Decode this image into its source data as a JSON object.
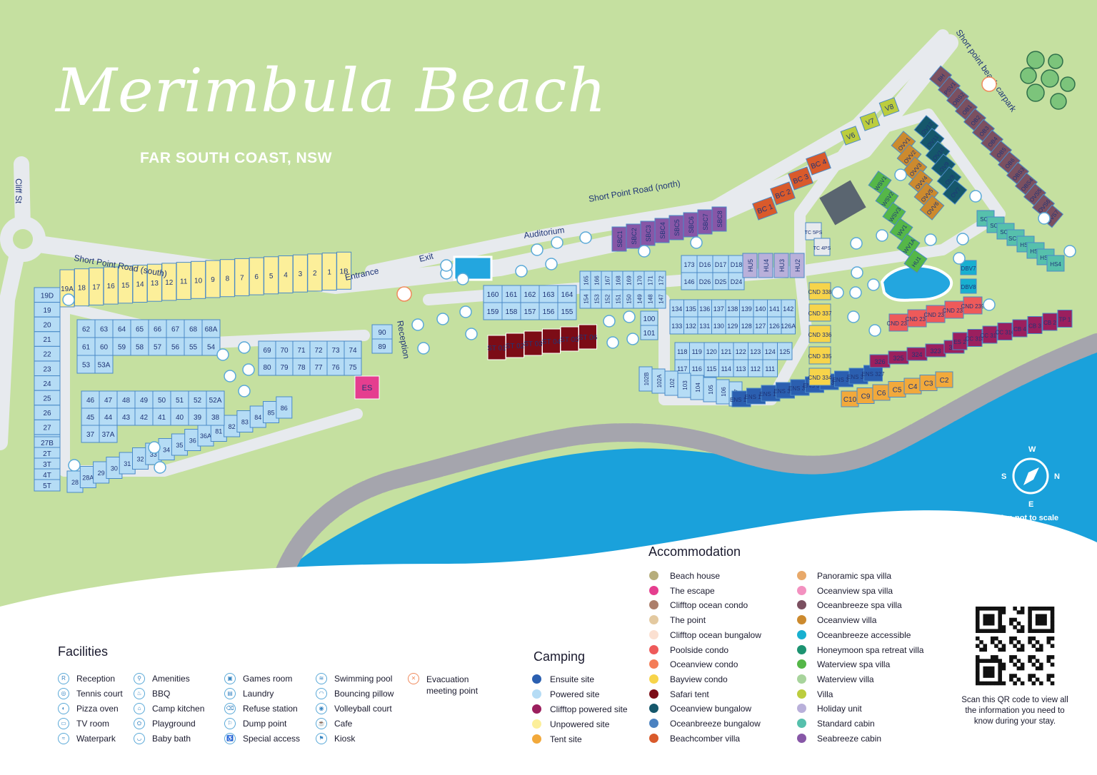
{
  "header": {
    "title": "Merimbula Beach",
    "subtitle": "FAR SOUTH COAST, NSW"
  },
  "roads": {
    "cliff_st": "Cliff St",
    "short_point_south": "Short Point Road (south)",
    "short_point_north": "Short Point Road (north)",
    "carpark": "Short point beach carpark",
    "entrance": "Entrance",
    "exit": "Exit",
    "reception": "Reception",
    "auditorium": "Auditorium"
  },
  "compass": {
    "n": "N",
    "s": "S",
    "e": "E",
    "w": "W",
    "note": "Map not to scale"
  },
  "colors": {
    "grass": "#c5e0a0",
    "road": "#e7eaee",
    "sea": "#1aa1db",
    "rock": "#a5a5ad",
    "powered": "#b5dcf5",
    "unpowered": "#fcef9a",
    "site_border": "#4a8ac7",
    "safari": "#7c0c16",
    "escape": "#e53e8f",
    "ensuite": "#2b5fb0"
  },
  "sites": {
    "south_road": [
      "19A",
      "18",
      "17",
      "16",
      "15",
      "14",
      "13",
      "12",
      "11",
      "10",
      "9",
      "8",
      "7",
      "6",
      "5",
      "4",
      "3",
      "2",
      "1",
      "1B"
    ],
    "west_column": [
      "19D",
      "19",
      "20",
      "21",
      "22",
      "23",
      "24",
      "25",
      "26",
      "27",
      "27A"
    ],
    "bottom_row": [
      "27B",
      "2T",
      "3T",
      "4T",
      "5T",
      "28",
      "28A",
      "29",
      "30",
      "31",
      "32",
      "33",
      "34",
      "35",
      "36",
      "36A",
      "81",
      "82",
      "83",
      "84",
      "85",
      "86"
    ],
    "block_a": [
      "62",
      "63",
      "64",
      "65",
      "66",
      "67",
      "68",
      "68A",
      "61",
      "60",
      "59",
      "58",
      "57",
      "56",
      "55",
      "54",
      "53",
      "53A"
    ],
    "block_b": [
      "46",
      "47",
      "48",
      "49",
      "50",
      "51",
      "52",
      "52A",
      "45",
      "44",
      "43",
      "42",
      "41",
      "40",
      "39",
      "38",
      "37",
      "37A"
    ],
    "block_c": [
      "69",
      "70",
      "71",
      "72",
      "73",
      "74",
      "80",
      "79",
      "78",
      "77",
      "76",
      "75"
    ],
    "mid_upper": [
      "160",
      "161",
      "162",
      "163",
      "164",
      "159",
      "158",
      "157",
      "156",
      "155"
    ],
    "mid_right": [
      "165",
      "166",
      "167",
      "168",
      "169",
      "170",
      "171",
      "172",
      "154",
      "153",
      "152",
      "151",
      "150",
      "149",
      "148",
      "147"
    ],
    "cluster_d": [
      "173",
      "D16",
      "D17",
      "D18",
      "146",
      "D26",
      "D25",
      "D24"
    ],
    "safari": [
      "ST 01",
      "ST 02",
      "ST 03",
      "ST 04",
      "ST 05",
      "ST 06"
    ],
    "hu": [
      "HU5",
      "HU4",
      "HU3",
      "HU2"
    ],
    "sbc": [
      "SBC1",
      "SBC2",
      "SBC3",
      "SBC4",
      "SBC5",
      "SBC6",
      "SBC7",
      "SBC8"
    ],
    "east_block1": [
      "134",
      "135",
      "136",
      "137",
      "138",
      "139",
      "140",
      "141",
      "142",
      "133",
      "132",
      "131",
      "130",
      "129",
      "128",
      "127",
      "126",
      "126A"
    ],
    "east_block2": [
      "118",
      "119",
      "120",
      "121",
      "122",
      "123",
      "124",
      "125",
      "117",
      "116",
      "115",
      "114",
      "113",
      "112",
      "111"
    ],
    "reception_pair": [
      "90",
      "89"
    ],
    "small_pair": [
      "100",
      "101"
    ],
    "lower_row": [
      "102B",
      "102A",
      "102",
      "103",
      "104",
      "105",
      "106",
      "107"
    ],
    "ensuite": [
      "ENS 108",
      "ENS 109",
      "ENS 110",
      "ENS 333",
      "ENS 332",
      "ENS 331",
      "ENS 330",
      "ENS 329",
      "ENS 328",
      "ENS 327"
    ],
    "cliff_sites": [
      "326",
      "325",
      "324",
      "323",
      "322"
    ],
    "cabins_c": [
      "C10",
      "C9",
      "C6",
      "C5",
      "C4",
      "C3",
      "C2"
    ],
    "cc": [
      "ES 2",
      "CC 318",
      "CC 317",
      "CC 316",
      "CB 4",
      "CB 3",
      "CB 2",
      "TP 1"
    ],
    "cnd": [
      "CND 338",
      "CND 337",
      "CND 336",
      "CND 335",
      "CND 334",
      "CND 235",
      "CND 236",
      "CND 237",
      "CND 238",
      "CND 239"
    ],
    "bc": [
      "BC 1",
      "BC 2",
      "BC 3",
      "BC 4"
    ],
    "v": [
      "V6",
      "V7",
      "V8"
    ],
    "ovv": [
      "OVV1",
      "OVV2",
      "OVV3",
      "OVV4",
      "OVV5",
      "OVV6"
    ],
    "ov": [
      "OV12",
      "OV11",
      "OV10",
      "OV9",
      "OV8",
      "OV7"
    ],
    "ob": [
      "BH",
      "PSV1",
      "OBS2",
      "OB1",
      "OB2",
      "OB3",
      "OB4",
      "OB5",
      "OB6",
      "OBS3",
      "OBS4",
      "OVS5",
      "OVS6",
      "OVS7"
    ],
    "wsv": [
      "WSV1",
      "WSV2",
      "WSV3",
      "WV1",
      "WV1A",
      "HU1"
    ],
    "sc": [
      "SC7",
      "SC8",
      "SC9",
      "SC10",
      "HS1",
      "HS2",
      "HS3",
      "HS4"
    ],
    "dbv": [
      "DBV7",
      "DBV8"
    ],
    "tc": [
      "TC 5PS",
      "TC 4PS"
    ],
    "es": "ES"
  },
  "legend": {
    "facilities_title": "Facilities",
    "facilities": [
      {
        "icon": "reception-icon",
        "label": "Reception"
      },
      {
        "icon": "tennis-icon",
        "label": "Tennis court"
      },
      {
        "icon": "pizza-oven-icon",
        "label": "Pizza oven"
      },
      {
        "icon": "tv-icon",
        "label": "TV room"
      },
      {
        "icon": "waterpark-icon",
        "label": "Waterpark"
      },
      {
        "icon": "amenities-icon",
        "label": "Amenities"
      },
      {
        "icon": "bbq-icon",
        "label": "BBQ"
      },
      {
        "icon": "camp-kitchen-icon",
        "label": "Camp kitchen"
      },
      {
        "icon": "playground-icon",
        "label": "Playground"
      },
      {
        "icon": "baby-bath-icon",
        "label": "Baby bath"
      },
      {
        "icon": "games-room-icon",
        "label": "Games room"
      },
      {
        "icon": "laundry-icon",
        "label": "Laundry"
      },
      {
        "icon": "refuse-icon",
        "label": "Refuse station"
      },
      {
        "icon": "dump-point-icon",
        "label": "Dump point"
      },
      {
        "icon": "special-access-icon",
        "label": "Special access"
      },
      {
        "icon": "pool-icon",
        "label": "Swimming pool"
      },
      {
        "icon": "pillow-icon",
        "label": "Bouncing pillow"
      },
      {
        "icon": "volleyball-icon",
        "label": "Volleyball court"
      },
      {
        "icon": "cafe-icon",
        "label": "Cafe"
      },
      {
        "icon": "kiosk-icon",
        "label": "Kiosk"
      }
    ],
    "evacuation": [
      "Evacuation",
      "meeting point"
    ],
    "camping_title": "Camping",
    "camping": [
      {
        "color": "#2b5fb0",
        "label": "Ensuite site"
      },
      {
        "color": "#b5dcf5",
        "label": "Powered site"
      },
      {
        "color": "#9b1f5e",
        "label": "Clifftop powered site"
      },
      {
        "color": "#fcef9a",
        "label": "Unpowered site"
      },
      {
        "color": "#f2a93b",
        "label": "Tent site"
      }
    ],
    "accommodation_title": "Accommodation",
    "accommodation_col1": [
      {
        "color": "#b6ad7b",
        "label": "Beach house"
      },
      {
        "color": "#e53e8f",
        "label": "The escape"
      },
      {
        "color": "#ac7e6a",
        "label": "Clifftop ocean condo"
      },
      {
        "color": "#e3c9a0",
        "label": "The point"
      },
      {
        "color": "#fbe0d1",
        "label": "Clifftop ocean bungalow"
      },
      {
        "color": "#ee5a5a",
        "label": "Poolside condo"
      },
      {
        "color": "#f47d57",
        "label": "Oceanview condo"
      },
      {
        "color": "#f7d44a",
        "label": "Bayview condo"
      },
      {
        "color": "#7c0c16",
        "label": "Safari tent"
      },
      {
        "color": "#15576b",
        "label": "Oceanview bungalow"
      },
      {
        "color": "#4b82c1",
        "label": "Oceanbreeze bungalow"
      },
      {
        "color": "#d95a2b",
        "label": "Beachcomber villa"
      }
    ],
    "accommodation_col2": [
      {
        "color": "#e8a96a",
        "label": "Panoramic spa villa"
      },
      {
        "color": "#f391c0",
        "label": "Oceanview spa villa"
      },
      {
        "color": "#7b5060",
        "label": "Oceanbreeze spa villa"
      },
      {
        "color": "#cc8a2e",
        "label": "Oceanview villa"
      },
      {
        "color": "#18b0d0",
        "label": "Oceanbreeze accessible"
      },
      {
        "color": "#1d9371",
        "label": "Honeymoon spa retreat villa"
      },
      {
        "color": "#55b748",
        "label": "Waterview spa villa"
      },
      {
        "color": "#a8d49c",
        "label": "Waterview villa"
      },
      {
        "color": "#bccd3e",
        "label": "Villa"
      },
      {
        "color": "#b9b0da",
        "label": "Holiday unit"
      },
      {
        "color": "#56c0ac",
        "label": "Standard cabin"
      },
      {
        "color": "#8757a7",
        "label": "Seabreeze cabin"
      }
    ],
    "qr_text": [
      "Scan this QR code to view all",
      "the information you need to",
      "know during your stay."
    ]
  }
}
